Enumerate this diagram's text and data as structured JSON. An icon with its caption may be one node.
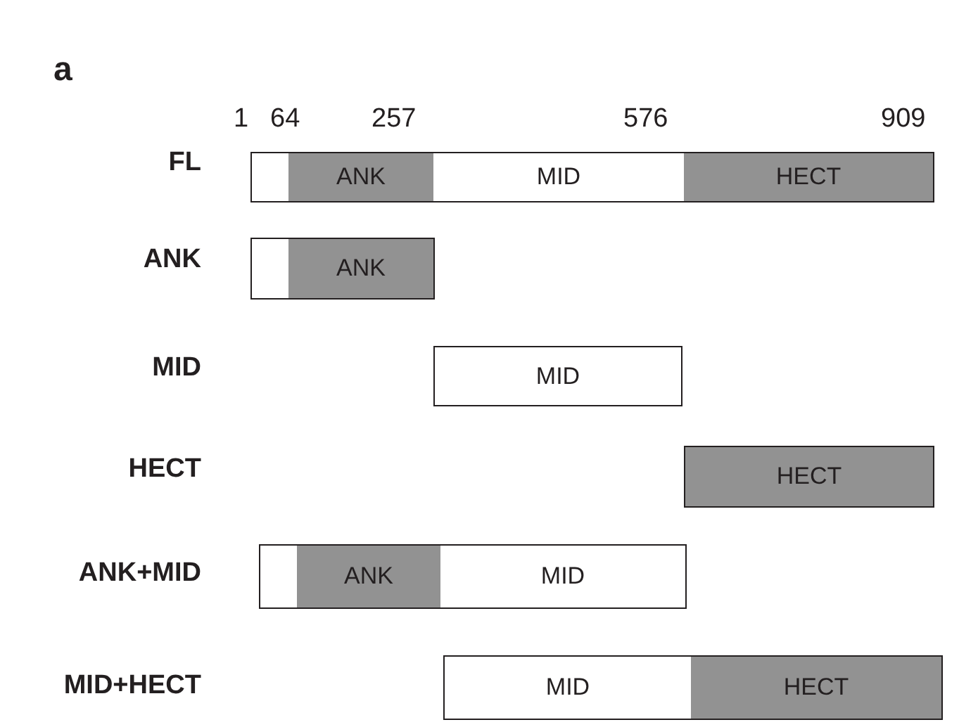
{
  "diagram": {
    "nodes": [
      {
        "text": [],
        "shape": "box"
      },
      {
        "text": [
          "ANK"
        ]
      },
      {
        "text": [
          "MID"
        ]
      },
      {
        "text": [
          "HECT"
        ]
      },
      {
        "text": [],
        "shape": "box"
      },
      {
        "text": [
          "ANK"
        ]
      },
      {
        "text": [
          "MID"
        ]
      },
      {
        "text": [
          "HECT"
        ]
      },
      {
        "text": [],
        "shape": "box"
      },
      {
        "text": [
          "ANK"
        ]
      },
      {
        "text": [
          "MID"
        ]
      },
      {
        "text": [
          "MID"
        ]
      },
      {
        "text": [
          "HECT"
        ]
      }
    ],
    "edges": [],
    "labels": [
      "a",
      "1",
      "64",
      "257",
      "576",
      "909",
      "FL",
      "ANK",
      "MID",
      "HECT",
      "ANK+MID",
      "MID+HECT"
    ]
  }
}
